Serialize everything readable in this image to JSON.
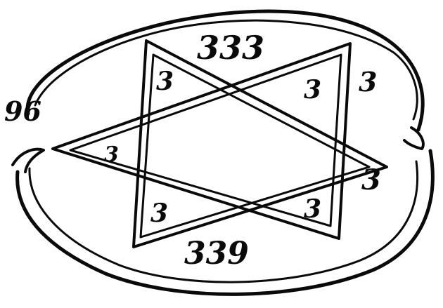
{
  "diagram": {
    "labels": {
      "top_row": "333",
      "bottom_row": "339",
      "top_left_triangle": "3",
      "top_right_triangle": "3",
      "right_outside_top": "3",
      "left_triangle": "3",
      "right_tip": "3",
      "bottom_left_triangle": "3",
      "bottom_right_triangle": "3",
      "left_outer": "96"
    },
    "colors": {
      "ink": "#0a0a0a",
      "paper": "#ffffff"
    }
  }
}
